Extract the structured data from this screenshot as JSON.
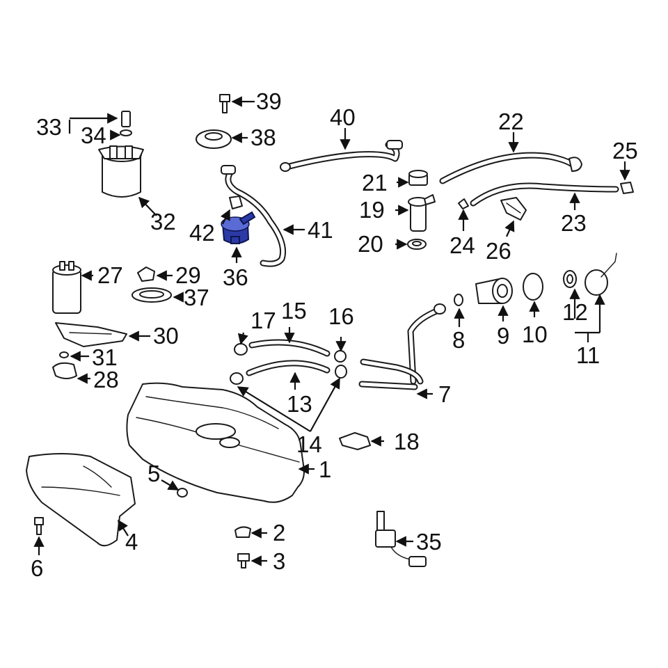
{
  "diagram": {
    "highlight_color": "#2b3aa6",
    "line_color": "#111111",
    "callouts": {
      "c1": "1",
      "c2": "2",
      "c3": "3",
      "c4": "4",
      "c5": "5",
      "c6": "6",
      "c7": "7",
      "c8": "8",
      "c9": "9",
      "c10": "10",
      "c11": "11",
      "c12": "12",
      "c13": "13",
      "c14": "14",
      "c15": "15",
      "c16": "16",
      "c17": "17",
      "c18": "18",
      "c19": "19",
      "c20": "20",
      "c21": "21",
      "c22": "22",
      "c23": "23",
      "c24": "24",
      "c25": "25",
      "c26": "26",
      "c27": "27",
      "c28": "28",
      "c29": "29",
      "c30": "30",
      "c31": "31",
      "c32": "32",
      "c33": "33",
      "c34": "34",
      "c35": "35",
      "c36": "36",
      "c37": "37",
      "c38": "38",
      "c39": "39",
      "c40": "40",
      "c41": "41",
      "c42": "42"
    }
  }
}
